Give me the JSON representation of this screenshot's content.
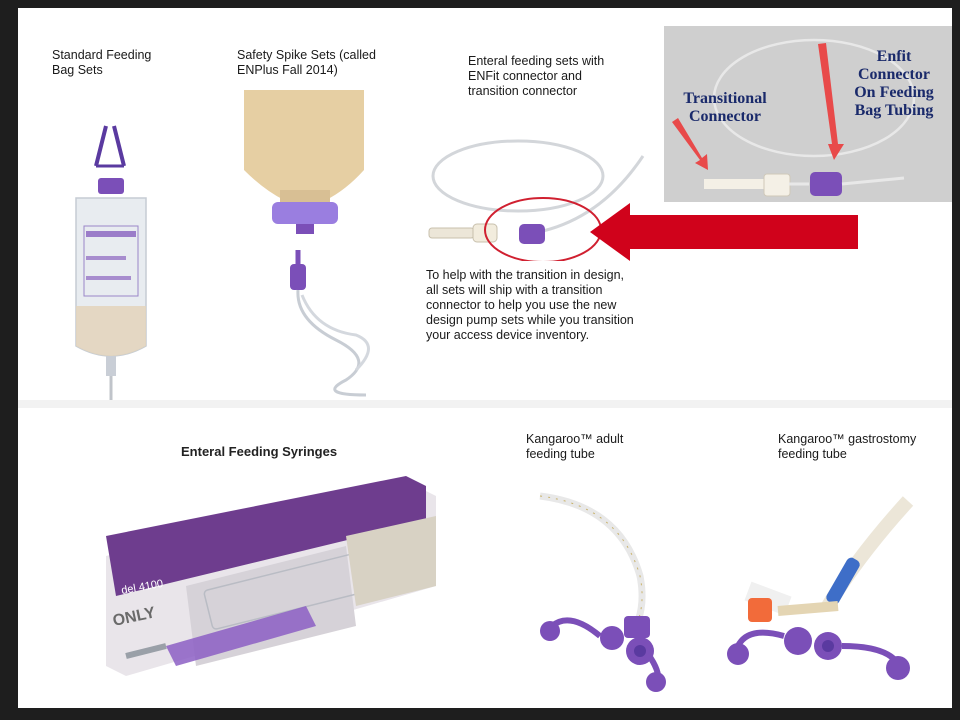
{
  "captions": {
    "standard_bag": "Standard Feeding\nBag Sets",
    "safety_spike": "Safety Spike Sets (called\nENPlus Fall 2014)",
    "enteral_sets": "Enteral feeding sets with\nENFit connector and\ntransition connector",
    "transition_note": "To help with the transition in design,\nall sets will ship with a transition\nconnector to help you use the new\ndesign pump sets while you transition\nyour access device inventory.",
    "syringes": "Enteral Feeding Syringes",
    "adult_tube": "Kangaroo™ adult\nfeeding tube",
    "gastrostomy_tube": "Kangaroo™ gastrostomy\nfeeding tube"
  },
  "inset": {
    "transitional": "Transitional\nConnector",
    "enfit": "Enfit\nConnector\nOn Feeding\nBag Tubing"
  },
  "pump_text": {
    "model": "del 4100",
    "only": "ONLY"
  },
  "colors": {
    "purple": "#7b4fb8",
    "arrow_red": "#d0021b",
    "circle_red": "#d02030",
    "navy": "#1a2a6b"
  }
}
